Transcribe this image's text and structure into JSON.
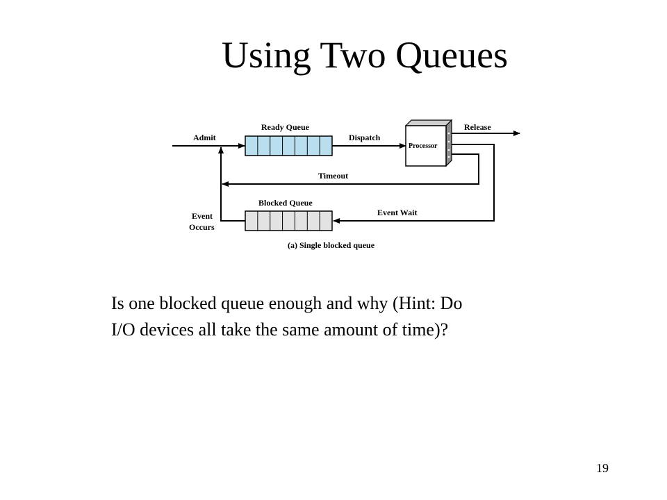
{
  "slide": {
    "title": "Using Two Queues",
    "question_lines": [
      "Is one blocked queue enough and why (Hint: Do",
      "I/O devices all take the same amount of time)?"
    ],
    "page_number": "19"
  },
  "diagram": {
    "labels": {
      "admit": "Admit",
      "ready_queue": "Ready Queue",
      "dispatch": "Dispatch",
      "processor": "Processor",
      "release": "Release",
      "timeout": "Timeout",
      "blocked_queue": "Blocked Queue",
      "event_wait": "Event Wait",
      "event_occurs_line1": "Event",
      "event_occurs_line2": "Occurs",
      "caption": "(a) Single blocked queue"
    },
    "colors": {
      "ready_queue_fill": "#b9dfee",
      "blocked_queue_fill": "#e3e3e3",
      "processor_side": "#8c8c8c",
      "line": "#000000"
    }
  }
}
